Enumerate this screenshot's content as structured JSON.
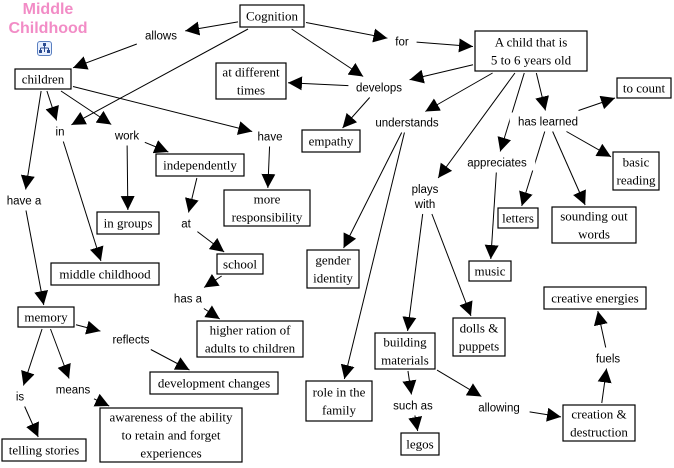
{
  "title": "Middle Childhood",
  "icon": "concept-map-icon",
  "concepts": [
    {
      "id": "cognition",
      "lines": [
        "Cognition"
      ]
    },
    {
      "id": "child-5-6",
      "lines": [
        "A child that is",
        "5 to 6 years old"
      ]
    },
    {
      "id": "children",
      "lines": [
        "children"
      ]
    },
    {
      "id": "at-different-times",
      "lines": [
        "at different",
        "times"
      ]
    },
    {
      "id": "empathy",
      "lines": [
        "empathy"
      ]
    },
    {
      "id": "to-count",
      "lines": [
        "to count"
      ]
    },
    {
      "id": "independently",
      "lines": [
        "independently"
      ]
    },
    {
      "id": "basic-reading",
      "lines": [
        "basic",
        "reading"
      ]
    },
    {
      "id": "more-responsibility",
      "lines": [
        "more",
        "responsibility"
      ]
    },
    {
      "id": "in-groups",
      "lines": [
        "in groups"
      ]
    },
    {
      "id": "letters",
      "lines": [
        "letters"
      ]
    },
    {
      "id": "sounding-out-words",
      "lines": [
        "sounding out",
        "words"
      ]
    },
    {
      "id": "gender-identity",
      "lines": [
        "gender",
        "identity"
      ]
    },
    {
      "id": "school",
      "lines": [
        "school"
      ]
    },
    {
      "id": "music",
      "lines": [
        "music"
      ]
    },
    {
      "id": "middle-childhood",
      "lines": [
        "middle childhood"
      ]
    },
    {
      "id": "creative-energies",
      "lines": [
        "creative energies"
      ]
    },
    {
      "id": "memory",
      "lines": [
        "memory"
      ]
    },
    {
      "id": "higher-ration",
      "lines": [
        "higher ration of",
        "adults to children"
      ]
    },
    {
      "id": "dolls-puppets",
      "lines": [
        "dolls &",
        "puppets"
      ]
    },
    {
      "id": "building-materials",
      "lines": [
        "building",
        "materials"
      ]
    },
    {
      "id": "development-changes",
      "lines": [
        "development changes"
      ]
    },
    {
      "id": "role-in-family",
      "lines": [
        "role in the",
        "family"
      ]
    },
    {
      "id": "creation-destruction",
      "lines": [
        "creation &",
        "destruction"
      ]
    },
    {
      "id": "awareness",
      "lines": [
        "awareness of the ability",
        "to retain and forget",
        "experiences"
      ]
    },
    {
      "id": "telling-stories",
      "lines": [
        "telling stories"
      ]
    },
    {
      "id": "legos",
      "lines": [
        "legos"
      ]
    }
  ],
  "phrases": [
    {
      "id": "allows",
      "lines": [
        "allows"
      ]
    },
    {
      "id": "for",
      "lines": [
        "for"
      ]
    },
    {
      "id": "develops",
      "lines": [
        "develops"
      ]
    },
    {
      "id": "understands",
      "lines": [
        "understands"
      ]
    },
    {
      "id": "has-learned",
      "lines": [
        "has learned"
      ]
    },
    {
      "id": "in",
      "lines": [
        "in"
      ]
    },
    {
      "id": "work",
      "lines": [
        "work"
      ]
    },
    {
      "id": "have",
      "lines": [
        "have"
      ]
    },
    {
      "id": "appreciates",
      "lines": [
        "appreciates"
      ]
    },
    {
      "id": "plays-with",
      "lines": [
        "plays",
        "with"
      ]
    },
    {
      "id": "have-a",
      "lines": [
        "have a"
      ]
    },
    {
      "id": "at",
      "lines": [
        "at"
      ]
    },
    {
      "id": "has-a",
      "lines": [
        "has a"
      ]
    },
    {
      "id": "reflects",
      "lines": [
        "reflects"
      ]
    },
    {
      "id": "fuels",
      "lines": [
        "fuels"
      ]
    },
    {
      "id": "is",
      "lines": [
        "is"
      ]
    },
    {
      "id": "means",
      "lines": [
        "means"
      ]
    },
    {
      "id": "such-as",
      "lines": [
        "such as"
      ]
    },
    {
      "id": "allowing",
      "lines": [
        "allowing"
      ]
    }
  ],
  "links": [
    [
      "cognition",
      "allows"
    ],
    [
      "allows",
      "children"
    ],
    [
      "cognition",
      "for"
    ],
    [
      "for",
      "child-5-6"
    ],
    [
      "cognition",
      "develops"
    ],
    [
      "cognition",
      "in"
    ],
    [
      "child-5-6",
      "develops"
    ],
    [
      "develops",
      "at-different-times"
    ],
    [
      "develops",
      "empathy"
    ],
    [
      "child-5-6",
      "understands"
    ],
    [
      "understands",
      "gender-identity"
    ],
    [
      "understands",
      "role-in-family"
    ],
    [
      "child-5-6",
      "plays-with"
    ],
    [
      "plays-with",
      "building-materials"
    ],
    [
      "plays-with",
      "dolls-puppets"
    ],
    [
      "child-5-6",
      "appreciates"
    ],
    [
      "appreciates",
      "music"
    ],
    [
      "child-5-6",
      "has-learned"
    ],
    [
      "has-learned",
      "to-count"
    ],
    [
      "has-learned",
      "basic-reading"
    ],
    [
      "has-learned",
      "letters"
    ],
    [
      "has-learned",
      "sounding-out-words"
    ],
    [
      "children",
      "in"
    ],
    [
      "in",
      "middle-childhood"
    ],
    [
      "children",
      "work"
    ],
    [
      "work",
      "in-groups"
    ],
    [
      "work",
      "independently"
    ],
    [
      "independently",
      "at"
    ],
    [
      "at",
      "school"
    ],
    [
      "school",
      "has-a"
    ],
    [
      "has-a",
      "higher-ration"
    ],
    [
      "children",
      "have"
    ],
    [
      "have",
      "more-responsibility"
    ],
    [
      "children",
      "have-a"
    ],
    [
      "have-a",
      "memory"
    ],
    [
      "memory",
      "reflects"
    ],
    [
      "reflects",
      "development-changes"
    ],
    [
      "memory",
      "is"
    ],
    [
      "is",
      "telling-stories"
    ],
    [
      "memory",
      "means"
    ],
    [
      "means",
      "awareness"
    ],
    [
      "building-materials",
      "such-as"
    ],
    [
      "such-as",
      "legos"
    ],
    [
      "building-materials",
      "allowing"
    ],
    [
      "allowing",
      "creation-destruction"
    ],
    [
      "creation-destruction",
      "fuels"
    ],
    [
      "fuels",
      "creative-energies"
    ]
  ]
}
